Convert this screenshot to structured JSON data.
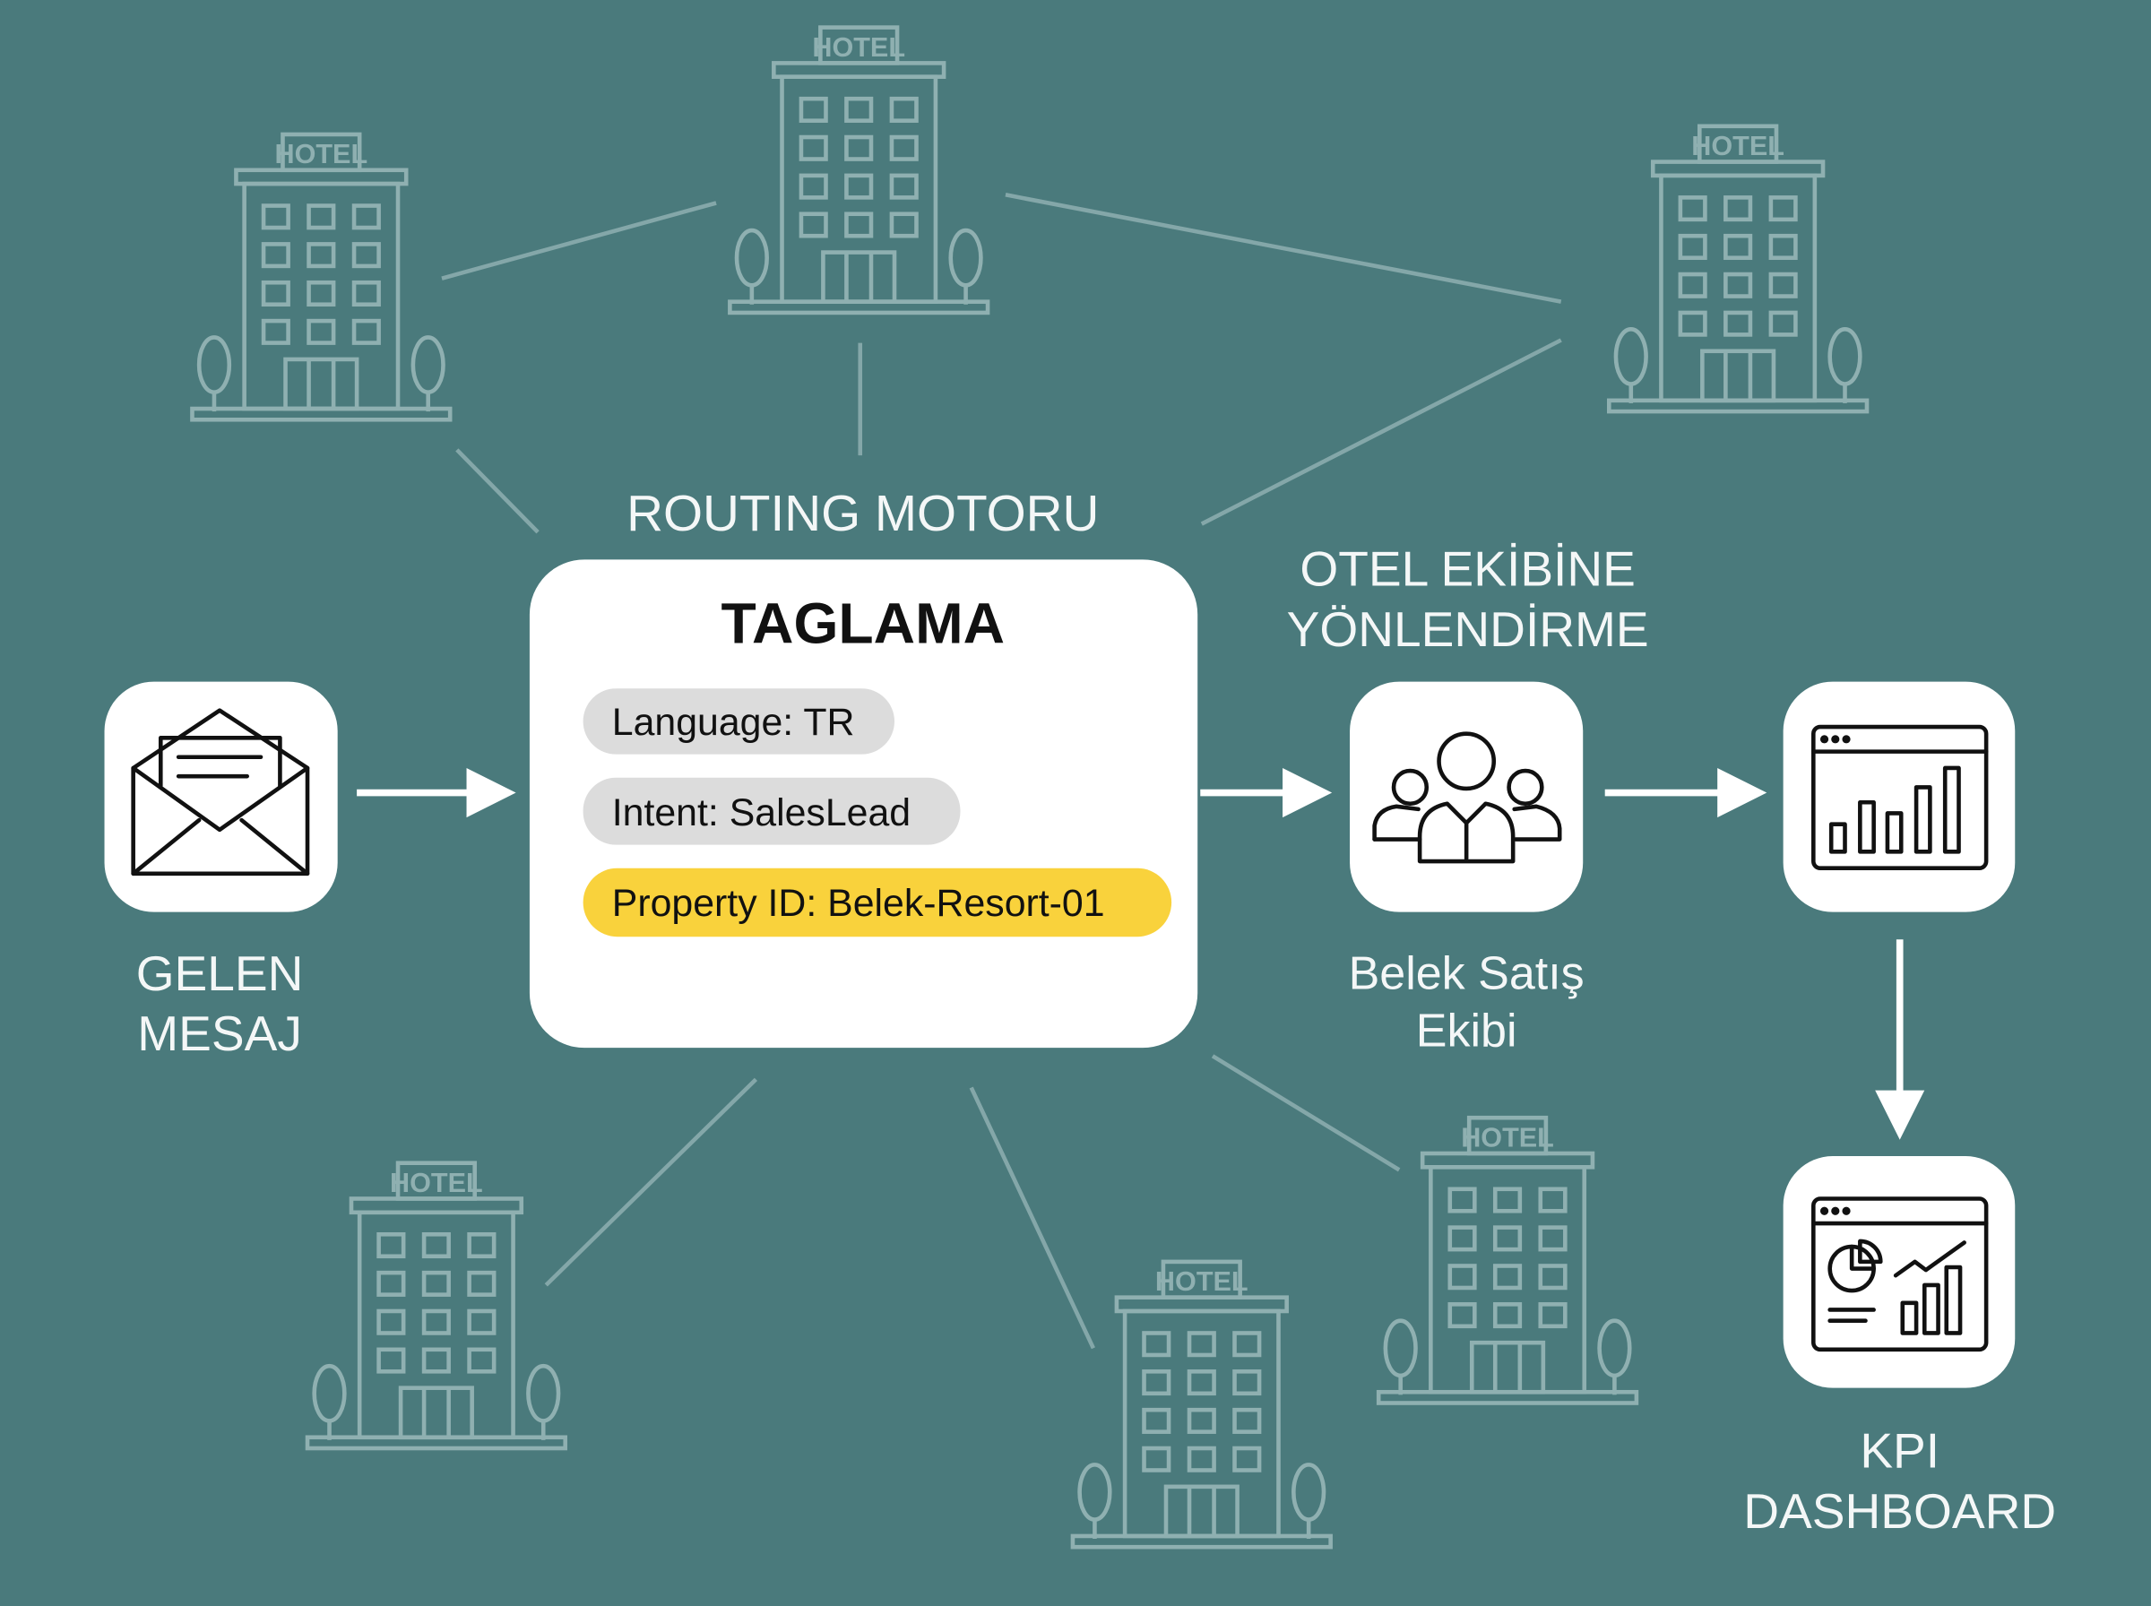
{
  "colors": {
    "background": "#4a7a7c",
    "card": "#ffffff",
    "pill_gray": "#dcdcdc",
    "pill_highlight": "#f9d23c",
    "hotel_outline": "#8fb0b1"
  },
  "hotel_sign": "HOTEL",
  "incoming": {
    "icon": "envelope-icon",
    "line1": "GELEN",
    "line2": "MESAJ"
  },
  "routing": {
    "title": "ROUTING MOTORU",
    "heading": "TAGLAMA",
    "tags": [
      {
        "text": "Language: TR",
        "highlight": false
      },
      {
        "text": "Intent: SalesLead",
        "highlight": false
      },
      {
        "text": "Property ID: Belek-Resort-01",
        "highlight": true
      }
    ]
  },
  "team": {
    "title_line1": "OTEL EKİBİNE",
    "title_line2": "YÖNLENDİRME",
    "icon": "team-icon",
    "line1": "Belek Satış",
    "line2": "Ekibi"
  },
  "analytics": {
    "icon": "bar-chart-window-icon"
  },
  "kpi": {
    "icon": "dashboard-icon",
    "line1": "KPI",
    "line2": "DASHBOARD"
  }
}
